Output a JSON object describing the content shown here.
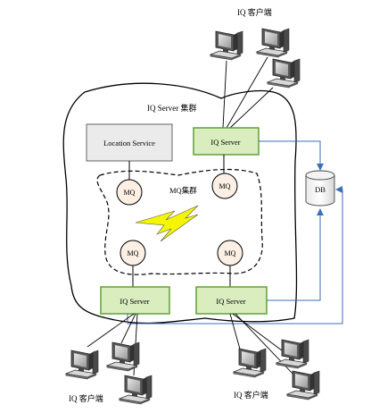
{
  "labels": {
    "client_top": "IQ 客户端",
    "cluster": "IQ Server 集群",
    "location_service": "Location Service",
    "iq_server": "IQ Server",
    "mq": "MQ",
    "mq_cluster": "MQ集群",
    "db": "DB",
    "client_bottom_left": "IQ 客户端",
    "client_bottom_right": "IQ 客户端"
  },
  "colors": {
    "server_fill": "#d9edbf",
    "server_border": "#63a133",
    "location_fill": "#ebebeb",
    "mq_fill": "#fcefe4",
    "link_blue": "#3d6fb8",
    "lightning": "#f5f500"
  },
  "icons": {
    "computer": "computer-icon",
    "database": "database-icon",
    "lightning": "lightning-icon"
  }
}
